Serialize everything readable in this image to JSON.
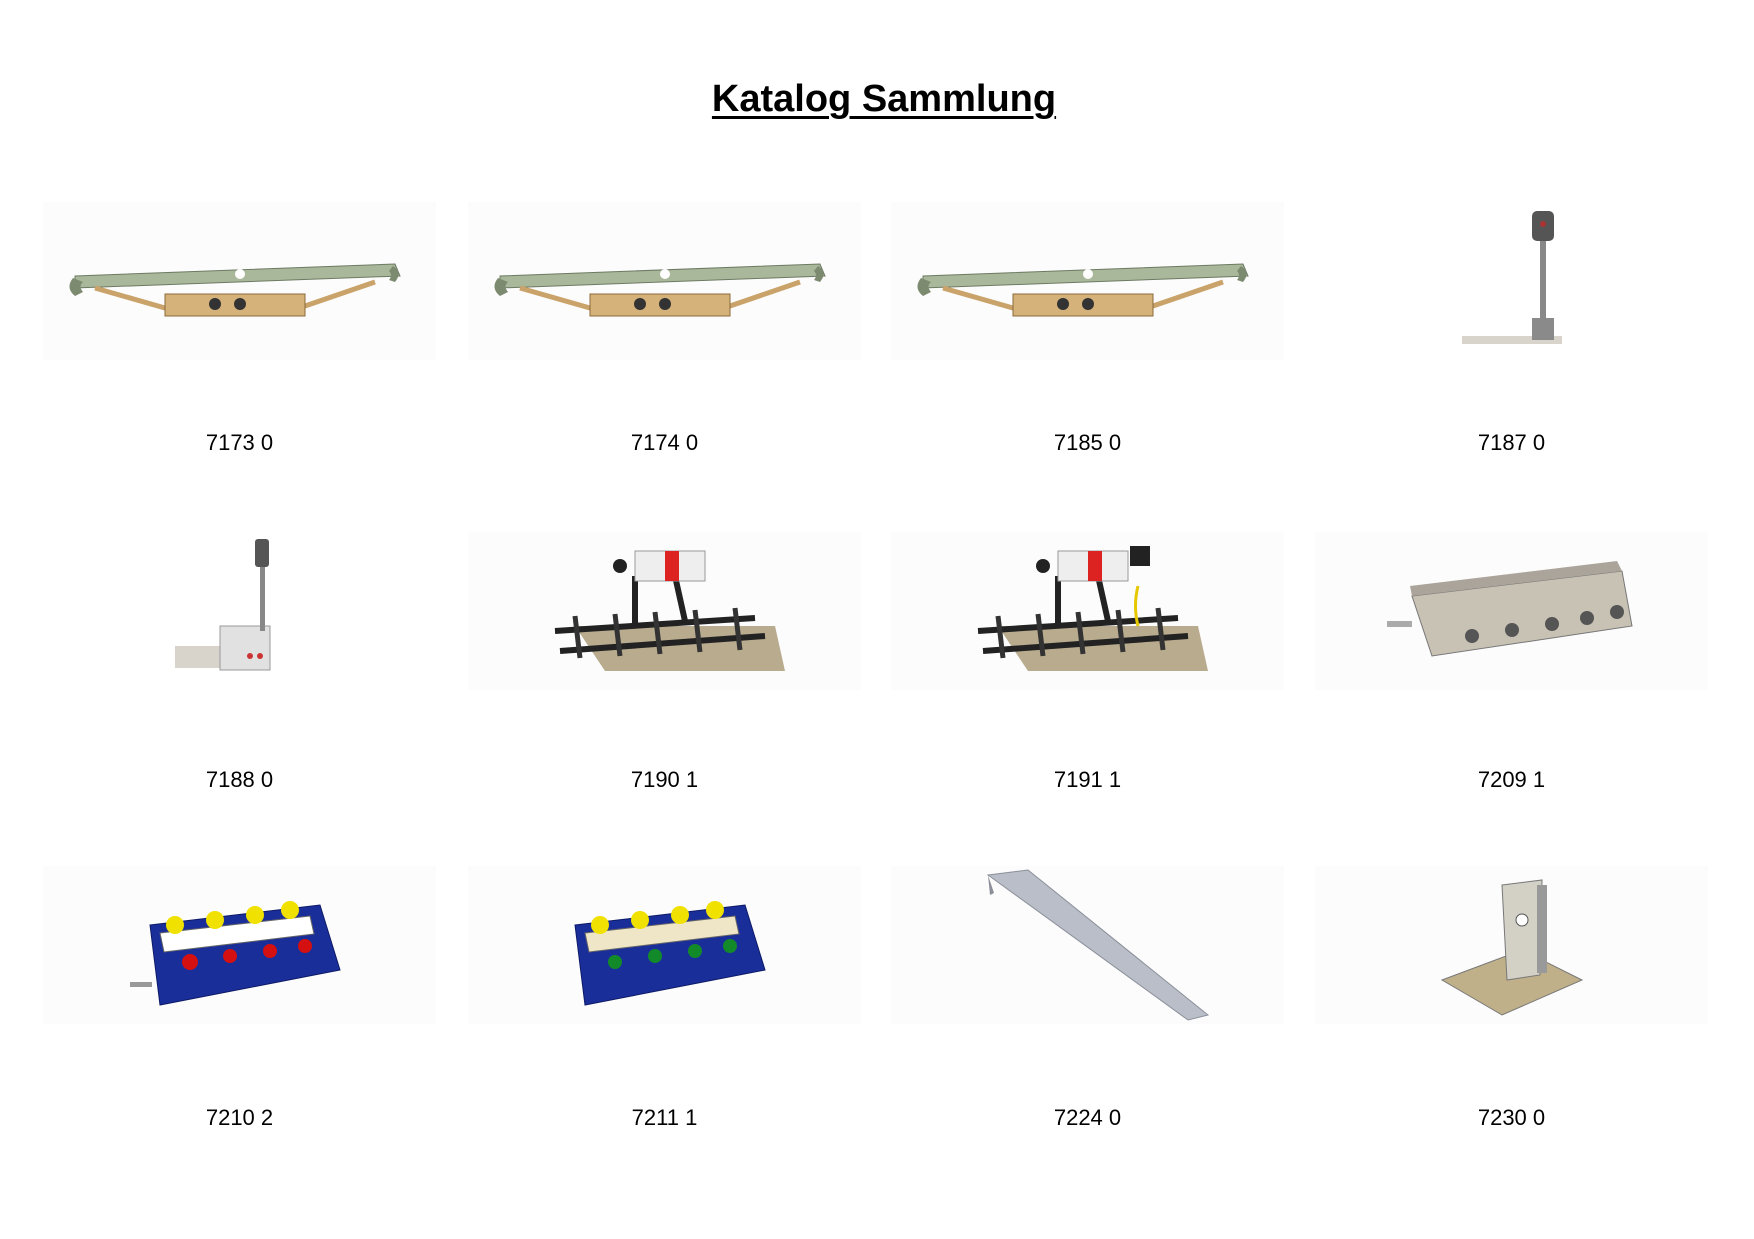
{
  "title": "Katalog Sammlung",
  "items": [
    {
      "label": "7173 0",
      "icon": "sliding-contact-shoe-icon"
    },
    {
      "label": "7174 0",
      "icon": "sliding-contact-shoe-icon"
    },
    {
      "label": "7185 0",
      "icon": "sliding-contact-shoe-icon"
    },
    {
      "label": "7187 0",
      "icon": "signal-icon"
    },
    {
      "label": "7188 0",
      "icon": "signal-with-box-icon"
    },
    {
      "label": "7190 1",
      "icon": "buffer-stop-track-icon"
    },
    {
      "label": "7191 1",
      "icon": "buffer-stop-lighted-track-icon"
    },
    {
      "label": "7209 1",
      "icon": "distribution-plate-icon"
    },
    {
      "label": "7210 2",
      "icon": "control-box-red-icon"
    },
    {
      "label": "7211 1",
      "icon": "control-box-green-icon"
    },
    {
      "label": "7224 0",
      "icon": "ramp-icon"
    },
    {
      "label": "7230 0",
      "icon": "bracket-icon"
    }
  ]
}
